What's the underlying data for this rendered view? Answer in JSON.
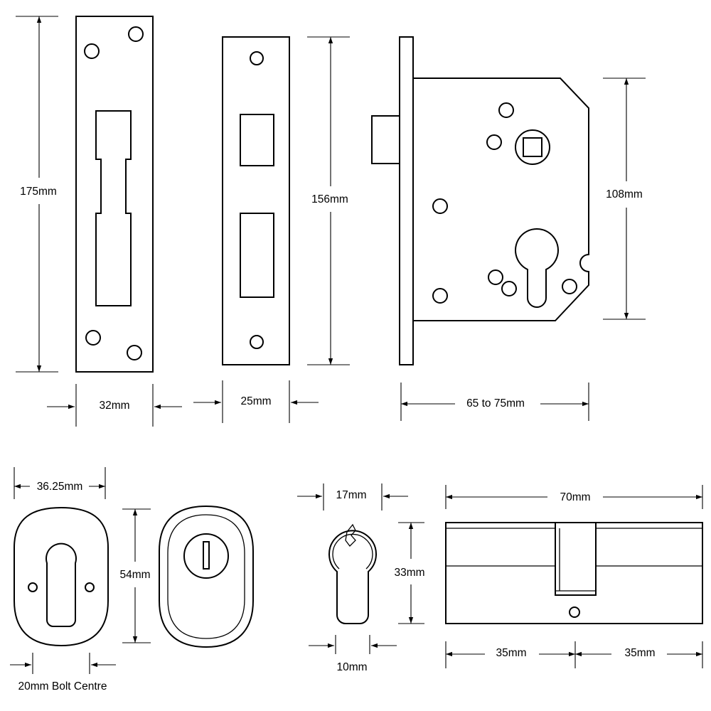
{
  "labels": {
    "forend_height": "175mm",
    "forend_width": "32mm",
    "strike_height": "156mm",
    "strike_width": "25mm",
    "case_height": "108mm",
    "case_depth": "65 to 75mm",
    "escutcheon_width": "36.25mm",
    "escutcheon_height": "54mm",
    "bolt_centre": "20mm Bolt Centre",
    "cylinder_head_width": "17mm",
    "cylinder_height": "33mm",
    "cylinder_body_width": "10mm",
    "cylinder_length": "70mm",
    "cylinder_half_left": "35mm",
    "cylinder_half_right": "35mm"
  }
}
